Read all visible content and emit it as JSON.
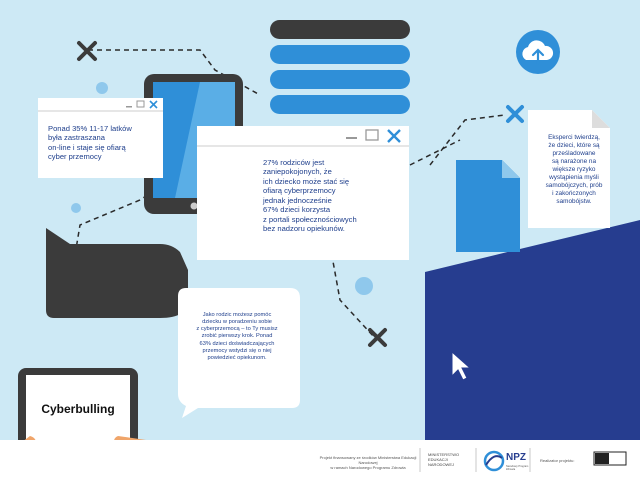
{
  "colors": {
    "background": "#cde9f5",
    "navy": "#263d8f",
    "blue": "#2f8fd8",
    "dark": "#3b3b3b",
    "text": "#1f3f8c"
  },
  "icons": [
    "cloud-upload-icon",
    "close-x-icon",
    "mouse-cursor-icon",
    "document-icon",
    "window-minimize-icon",
    "window-restore-icon",
    "window-close-icon"
  ],
  "boxes": {
    "left": "Ponad 35% 11-17 latków\nbyła zastraszana\non-line i staje się ofiarą\ncyber przemocy",
    "center": "27% rodziców jest\nzaniepokojonych, że\nich dziecko może stać się\nofiarą cyberprzemocy\njednak jednocześnie\n67% dzieci korzysta\nz portali społecznościowych\nbez nadzoru opiekunów.",
    "right": "Eksperci twierdzą,\nże dzieci, które są\nprześladowane\nsą narażone na\nwiększe ryzyko\nwystąpienia myśli\nsamobójczych, prób\ni zakończonych\nsamobójstw.",
    "bubble": "Jako rodzic możesz pomóc\ndziecku w poradzeniu sobie\nz cyberprzemocą – to Ty musisz\nzrobić pierwszy krok. Ponad\n63% dzieci doświadczających\nprzemocy wstydzi się o niej\npowiedzieć opiekunom."
  },
  "tablet_label": "Cyberbulling",
  "footer": {
    "funding": "Projekt finansowany ze środków Ministerstwa Edukacji Narodowej\nw ramach Narodowego Programu Zdrowia",
    "ministry": "MINISTERSTWO\nEDUKACJI\nNARODOWEJ",
    "npz": "NPZ",
    "npz_sub": "Narodowy Program Zdrowia",
    "realizator": "Realizator projektu:"
  }
}
